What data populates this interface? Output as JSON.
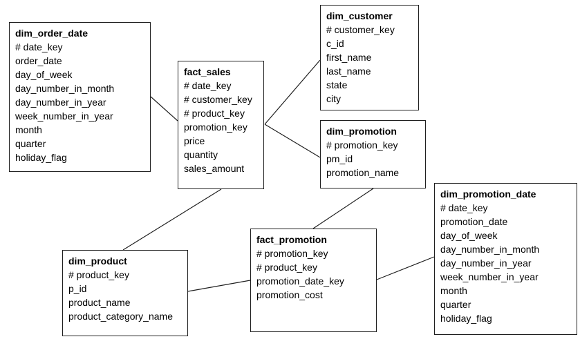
{
  "diagram": {
    "type": "entity-relationship-schema",
    "colors": {
      "background": "#ffffff",
      "border": "#1f1f1f",
      "text": "#000000",
      "connector": "#1f1f1f"
    },
    "entities": [
      {
        "name": "dim_order_date",
        "fields": [
          "# date_key",
          "order_date",
          "day_of_week",
          "day_number_in_month",
          "day_number_in_year",
          "week_number_in_year",
          "month",
          "quarter",
          "holiday_flag"
        ]
      },
      {
        "name": "fact_sales",
        "fields": [
          "# date_key",
          "# customer_key",
          "# product_key",
          "promotion_key",
          "price",
          "quantity",
          "sales_amount"
        ]
      },
      {
        "name": "dim_customer",
        "fields": [
          "# customer_key",
          "c_id",
          "first_name",
          "last_name",
          "state",
          "city"
        ]
      },
      {
        "name": "dim_promotion",
        "fields": [
          "# promotion_key",
          "pm_id",
          "promotion_name"
        ]
      },
      {
        "name": "dim_promotion_date",
        "fields": [
          "# date_key",
          "promotion_date",
          "day_of_week",
          "day_number_in_month",
          "day_number_in_year",
          "week_number_in_year",
          "month",
          "quarter",
          "holiday_flag"
        ]
      },
      {
        "name": "dim_product",
        "fields": [
          "# product_key",
          "p_id",
          "product_name",
          "product_category_name"
        ]
      },
      {
        "name": "fact_promotion",
        "fields": [
          "# promotion_key",
          "# product_key",
          "promotion_date_key",
          "promotion_cost"
        ]
      }
    ],
    "connections": [
      {
        "from": "dim_order_date",
        "to": "fact_sales"
      },
      {
        "from": "fact_sales",
        "to": "dim_customer"
      },
      {
        "from": "fact_sales",
        "to": "dim_promotion"
      },
      {
        "from": "fact_sales",
        "to": "dim_product"
      },
      {
        "from": "dim_promotion",
        "to": "fact_promotion"
      },
      {
        "from": "dim_product",
        "to": "fact_promotion"
      },
      {
        "from": "fact_promotion",
        "to": "dim_promotion_date"
      }
    ]
  }
}
